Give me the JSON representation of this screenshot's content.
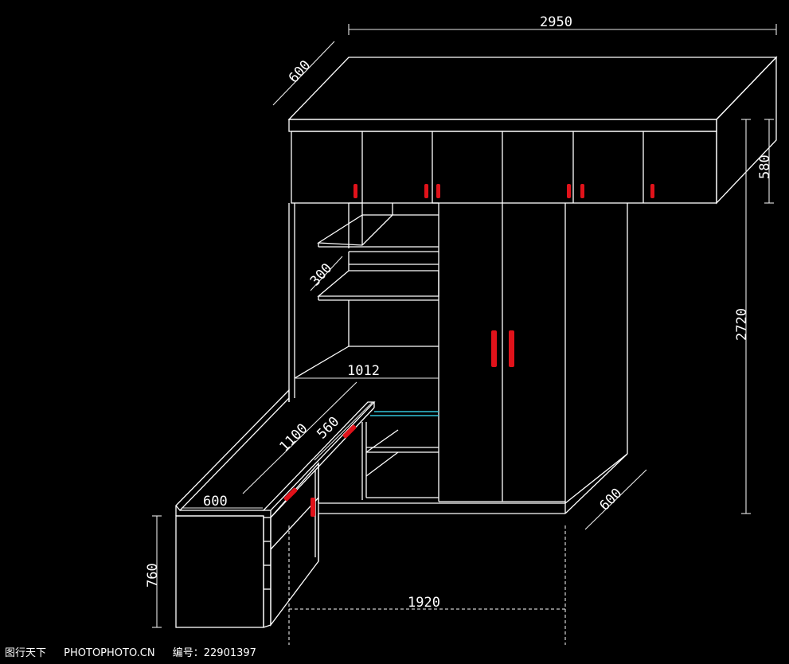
{
  "dimensions": {
    "total_width": "2950",
    "top_depth": "600",
    "top_cabinet_height": "580",
    "total_height": "2720",
    "shelf_depth": "300",
    "shelf_width": "1012",
    "desk_inner": "560",
    "desk_length": "1100",
    "desk_depth": "600",
    "desk_height": "760",
    "base_width": "1920",
    "wardrobe_depth": "600"
  },
  "footer": {
    "brand": "图行天下",
    "site": "PHOTOPHOTO.CN",
    "id_label": "编号：22901397"
  },
  "colors": {
    "background": "#000000",
    "lines": "#ffffff",
    "handles": "#e0121a",
    "glass": "#33c3d8"
  }
}
